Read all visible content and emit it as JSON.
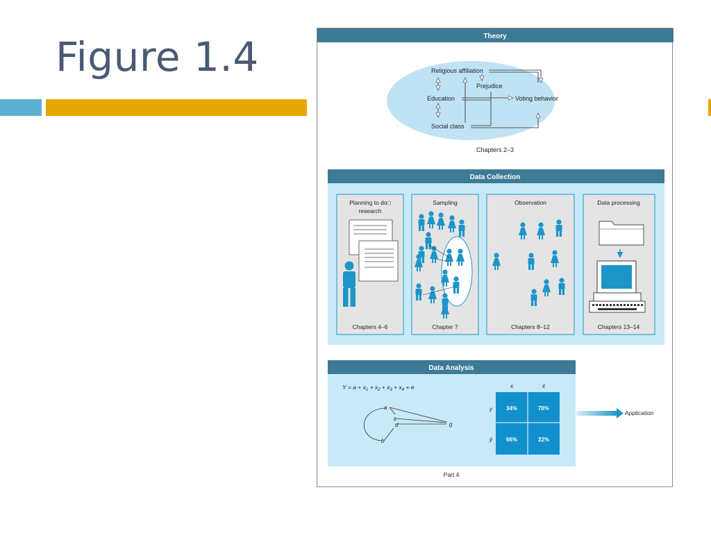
{
  "slide": {
    "title": "Figure 1.4"
  },
  "theory": {
    "header": "Theory",
    "nodes": {
      "religious": "Religious affiliation",
      "prejudice": "Prejudice",
      "education": "Education",
      "voting": "Voting behavior",
      "social": "Social class"
    },
    "chapters": "Chapters 2–3"
  },
  "collection": {
    "header": "Data Collection",
    "panels": [
      {
        "title": "Planning to do□ research",
        "title_line1": "Planning to do□",
        "title_line2": "research",
        "chapters": "Chapters 4–6"
      },
      {
        "title": "Sampling",
        "chapters": "Chapter 7"
      },
      {
        "title": "Observation",
        "chapters": "Chapters 8–12"
      },
      {
        "title": "Data processing",
        "chapters": "Chapters 13–14"
      }
    ]
  },
  "analysis": {
    "header": "Data Analysis",
    "equation": "Y = a + x1 + x2 + x3 + x4 + e",
    "eq_parts": {
      "Y": "Y",
      "eq": " = a + ",
      "x": "x",
      "s1": "1",
      "s2": "2",
      "s3": "3",
      "s4": "4",
      "plus": " + ",
      "e": " + e"
    },
    "path_labels": {
      "a": "a",
      "b": "b",
      "c": "c",
      "d": "d",
      "g": "g"
    },
    "table": {
      "col_headers": [
        "x",
        "x̄"
      ],
      "row_headers": [
        "y",
        "ȳ"
      ],
      "cells": [
        [
          "34%",
          "78%"
        ],
        [
          "66%",
          "22%"
        ]
      ]
    },
    "application": "Application",
    "part": "Part 4"
  },
  "colors": {
    "header": "#3d7a96",
    "panel_bg": "#c8e9f7",
    "ellipse": "#bfe3f5",
    "figure_blue": "#1d95c8",
    "cell": "#1290cc",
    "slide_title": "#4a5a72",
    "teal_bar": "#5bb1cf",
    "gold_bar": "#e8a600"
  }
}
